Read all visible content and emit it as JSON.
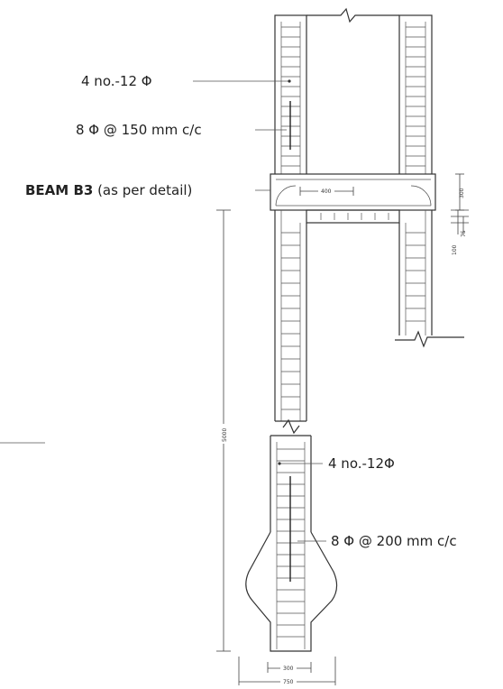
{
  "labels": {
    "top_main_bars": "4 no.-12 Φ",
    "top_ties": "8 Φ @ 150 mm c/c",
    "beam_name": "BEAM B3",
    "beam_note": " (as per detail)",
    "bottom_main_bars": "4 no.-12Φ",
    "bottom_ties": "8 Φ @ 200 mm c/c"
  },
  "dimensions": {
    "beam_anchor": "400",
    "beam_depth": "300",
    "slab_100": "100",
    "slab_75": "75",
    "column_height": "5000",
    "column_width": "300",
    "footing_width": "750"
  },
  "colors": {
    "ink": "#333333"
  }
}
